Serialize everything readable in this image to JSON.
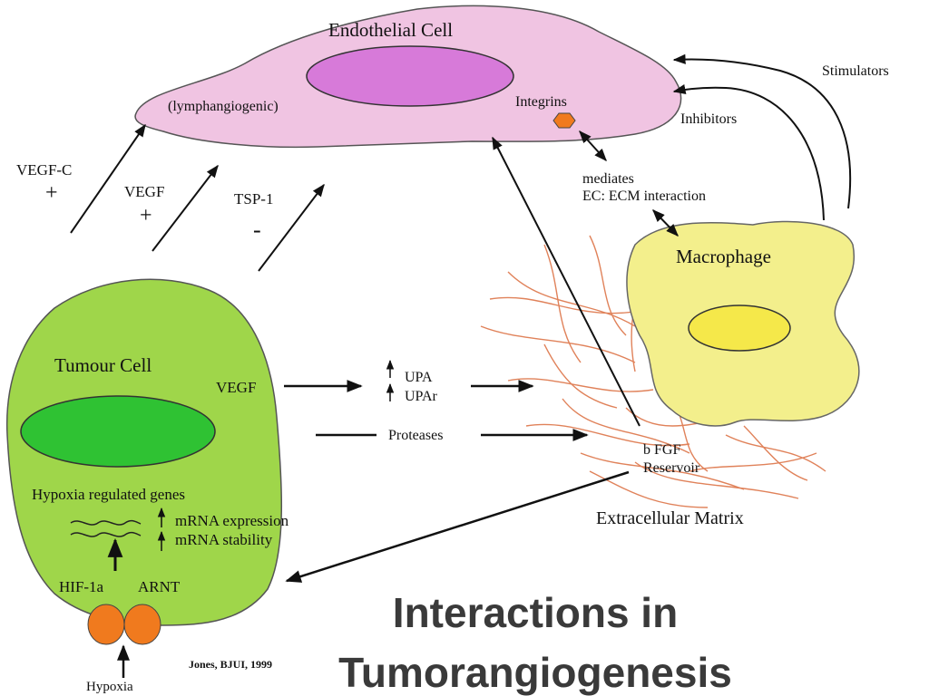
{
  "cells": {
    "endothelial": {
      "label": "Endothelial Cell",
      "sub_label": "(lymphangiogenic)",
      "integrins_label": "Integrins"
    },
    "tumour": {
      "label": "Tumour Cell",
      "vegf_label": "VEGF",
      "hypoxia_genes_label": "Hypoxia regulated genes",
      "mrna_expression_label": "mRNA expression",
      "mrna_stability_label": "mRNA stability",
      "hif_label": "HIF-1a",
      "arnt_label": "ARNT"
    },
    "macrophage": {
      "label": "Macrophage"
    }
  },
  "factors": {
    "vegf_c": {
      "label": "VEGF-C",
      "sign": "+"
    },
    "vegf": {
      "label": "VEGF",
      "sign": "+"
    },
    "tsp1": {
      "label": "TSP-1",
      "sign": "-"
    }
  },
  "signals": {
    "stimulators": "Stimulators",
    "inhibitors": "Inhibitors",
    "mediates_line1": "mediates",
    "mediates_line2": "EC: ECM interaction",
    "upa": "UPA",
    "upar": "UPAr",
    "proteases": "Proteases",
    "bfgf_line1": "b FGF",
    "bfgf_line2": "Reservoir",
    "hypoxia": "Hypoxia"
  },
  "matrix": {
    "label": "Extracellular Matrix"
  },
  "slide": {
    "title_line1": "Interactions in",
    "title_line2": "Tumorangiogenesis",
    "citation": "Jones, BJUI, 1999"
  },
  "colors": {
    "endothelial_fill": "#f0c4e2",
    "endothelial_nucleus": "#d77ad9",
    "tumour_fill": "#9fd64a",
    "tumour_nucleus": "#2fc233",
    "macrophage_fill": "#f3ef8c",
    "macrophage_nucleus": "#f5e84a",
    "integrin_orange": "#f07a1e",
    "ecm_fiber": "#e0825a"
  }
}
